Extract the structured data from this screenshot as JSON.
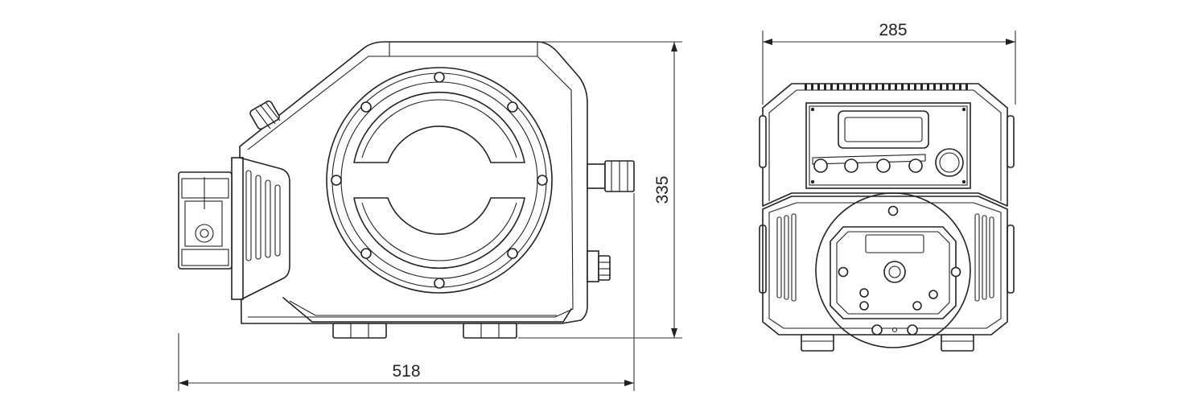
{
  "dimensions": {
    "overall_length": "518",
    "overall_height": "335",
    "overall_width": "285"
  },
  "colors": {
    "line": "#222222",
    "background": "#ffffff"
  }
}
